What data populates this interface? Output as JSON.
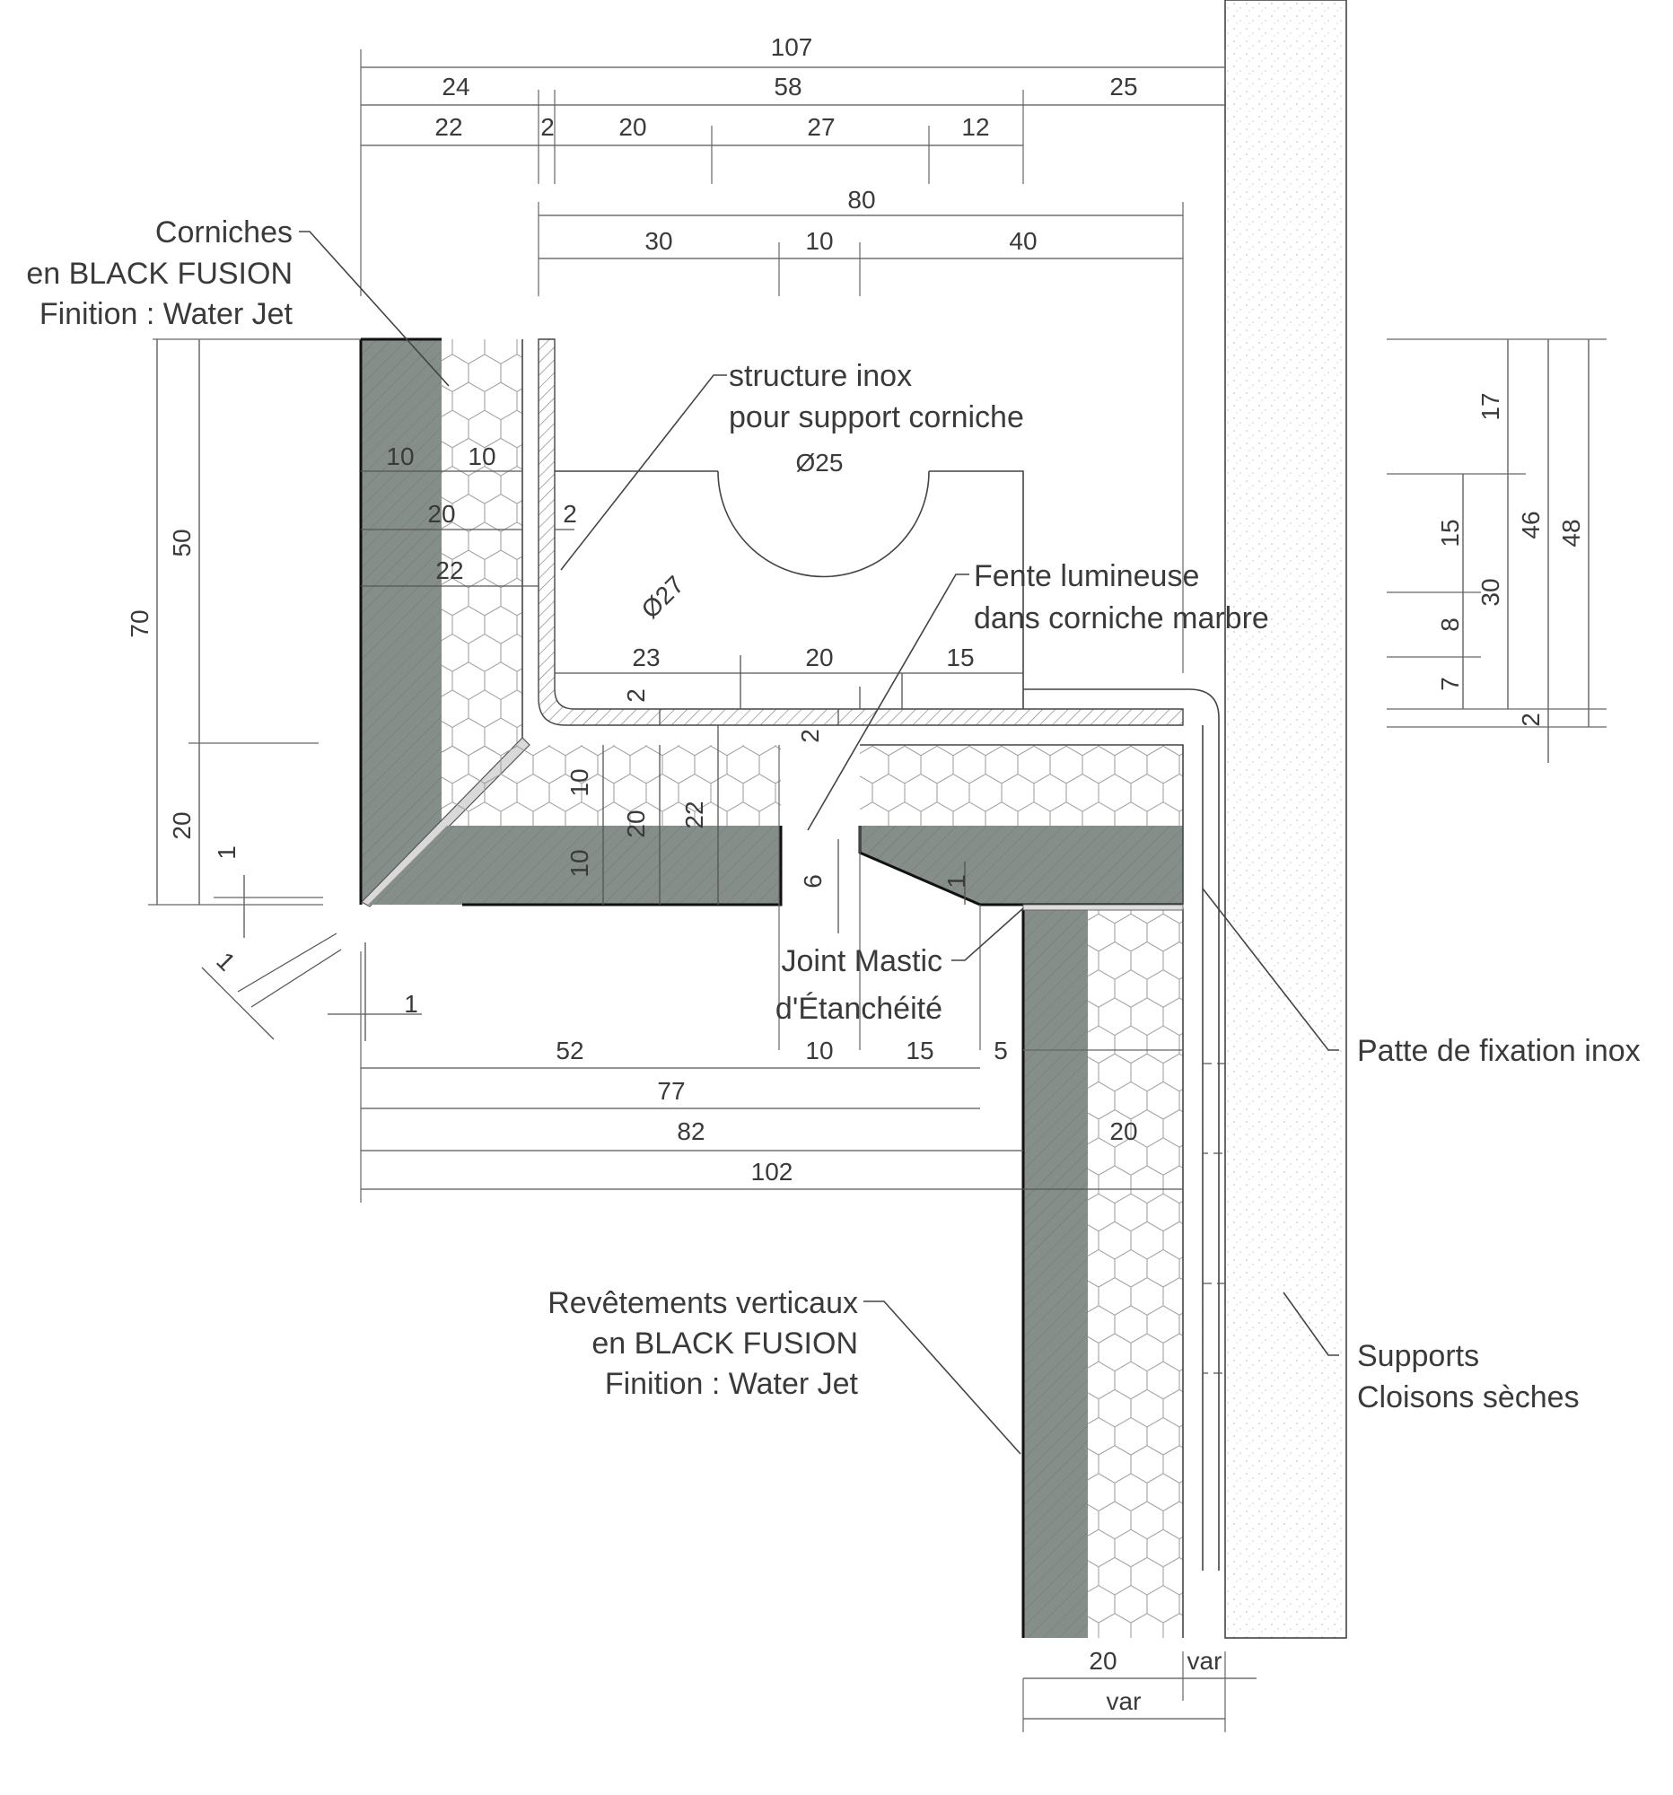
{
  "labels": {
    "corniches": [
      "Corniches",
      "en BLACK FUSION",
      "Finition : Water Jet"
    ],
    "structure": [
      "structure inox",
      "pour support corniche"
    ],
    "fente": [
      "Fente lumineuse",
      "dans corniche marbre"
    ],
    "joint": [
      "Joint Mastic",
      "d'Étanchéité"
    ],
    "patte": "Patte de fixation inox",
    "revetements": [
      "Revêtements verticaux",
      "en BLACK FUSION",
      "Finition : Water Jet"
    ],
    "supports": [
      "Supports",
      "Cloisons sèches"
    ]
  },
  "dims": {
    "top": {
      "d107": "107",
      "d24": "24",
      "d58": "58",
      "d25": "25",
      "d22": "22",
      "d2": "2",
      "d20": "20",
      "d27": "27",
      "d12": "12"
    },
    "span": {
      "d80": "80",
      "d30": "30",
      "d10": "10",
      "d40": "40"
    },
    "inner": {
      "d10a": "10",
      "d10b": "10",
      "d20": "20",
      "d22": "22",
      "d2": "2",
      "dia25": "Ø25",
      "dia27": "Ø27"
    },
    "bottom_tray": {
      "d23": "23",
      "d20": "20",
      "d15": "15",
      "d2a": "2",
      "d2b": "2"
    },
    "slab": {
      "d10a": "10",
      "d20": "20",
      "d22": "22",
      "d10b": "10",
      "d6": "6",
      "d1": "1"
    },
    "left": {
      "d70": "70",
      "d50": "50",
      "d20": "20",
      "d1a": "1",
      "d1b": "1",
      "d1c": "1"
    },
    "right": {
      "d17": "17",
      "d15": "15",
      "d8": "8",
      "d7": "7",
      "d30": "30",
      "d46": "46",
      "d48": "48",
      "d2": "2"
    },
    "lower": {
      "d52": "52",
      "d10": "10",
      "d15": "15",
      "d5": "5",
      "d77": "77",
      "d82": "82",
      "d20": "20",
      "d102": "102"
    },
    "foot": {
      "d20": "20",
      "var1": "var",
      "var2": "var"
    }
  }
}
